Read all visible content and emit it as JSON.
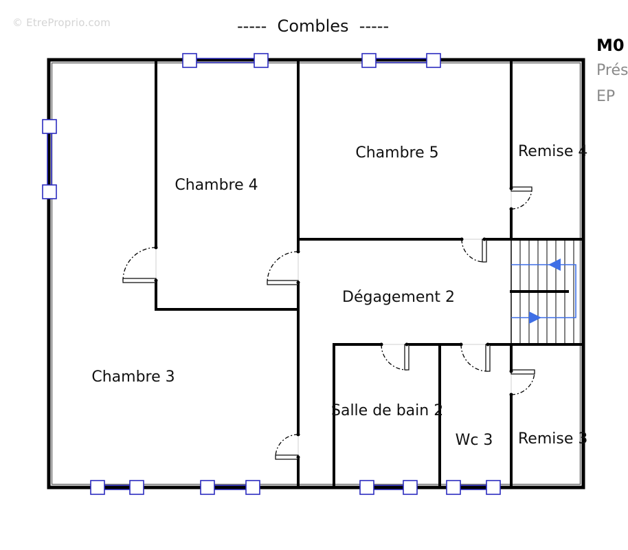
{
  "watermark": "© EtreProprio.com",
  "title": "-----  Combles  -----",
  "side_panel": {
    "code": "M0",
    "line1": "Prés",
    "line2": "EP"
  },
  "rooms": {
    "chambre_3": "Chambre 3",
    "chambre_4": "Chambre 4",
    "chambre_5": "Chambre 5",
    "remise_4": "Remise 4",
    "degagement_2": "Dégagement 2",
    "salle_de_bain_2": "Salle de bain 2",
    "wc_3": "Wc 3",
    "remise_3": "Remise 3"
  },
  "colors": {
    "walls": "#000000",
    "windows": "#2b2bbf",
    "stair_arrow": "#3f6fe6"
  },
  "icons": [
    "door-swing-icon",
    "window-icon",
    "stair-arrow-icon"
  ]
}
